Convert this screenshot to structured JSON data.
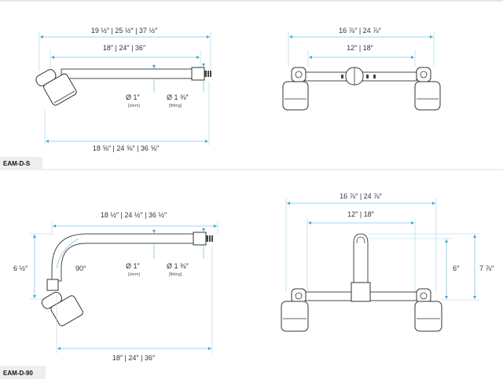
{
  "sections": [
    {
      "label": "EAM-D-S",
      "side": {
        "overall": "19 ½″ | 25 ½″ | 37 ½″",
        "arm": "18″ | 24″ | 36″",
        "stem_dia": "Ø 1″",
        "stem_note": "[stem]",
        "fitting_dia": "Ø 1 ⅜″",
        "fitting_note": "[fitting]",
        "bottom": "18 ⅝″ | 24 ⅝″ | 36 ⅝″"
      },
      "front": {
        "overall": "16 ⅞″ | 24 ⅞″",
        "inner": "12″ | 18″"
      }
    },
    {
      "label": "EAM-D-90",
      "side": {
        "overall": "18 ½″ | 24 ½″ | 36 ½″",
        "height": "6 ½″",
        "angle": "90°",
        "stem_dia": "Ø 1″",
        "stem_note": "[stem]",
        "fitting_dia": "Ø 1 ⅜″",
        "fitting_note": "[fitting]",
        "bottom": "18″ | 24″ | 36″"
      },
      "front": {
        "overall": "16 ⅞″ | 24 ⅞″",
        "inner": "12″ | 18″",
        "height_inner": "6″",
        "height_outer": "7 ⅞″"
      }
    }
  ]
}
